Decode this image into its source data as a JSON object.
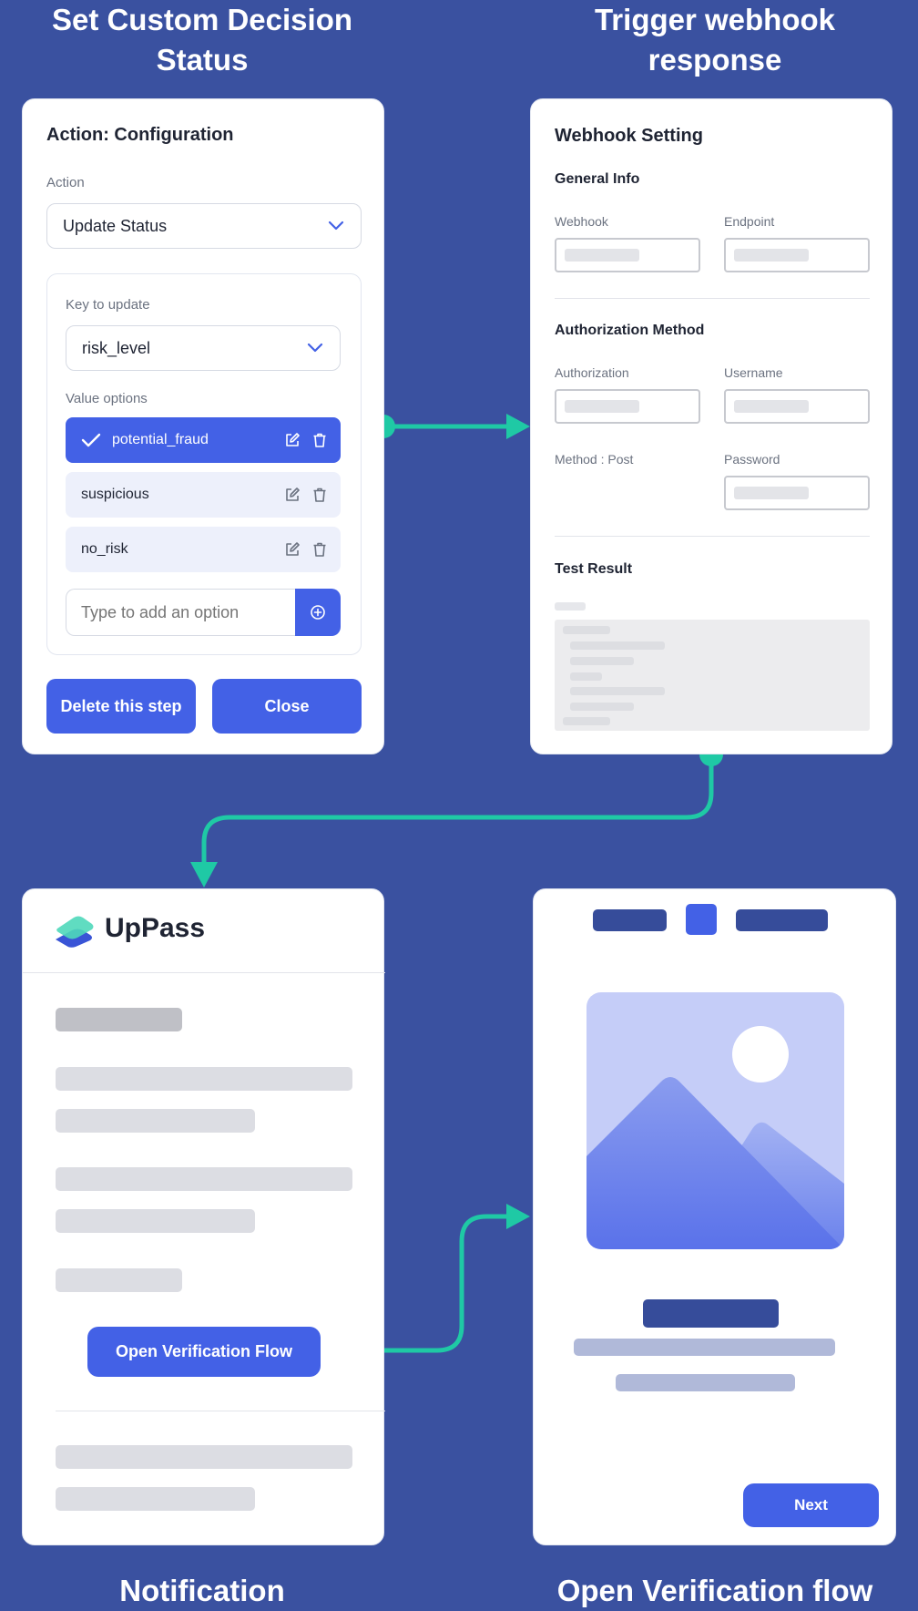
{
  "headings": {
    "custom_decision": "Set Custom Decision Status",
    "webhook": "Trigger webhook response",
    "notification": "Notification",
    "verification": "Open Verification flow"
  },
  "config_card": {
    "title": "Action: Configuration",
    "action_label": "Action",
    "action_value": "Update Status",
    "key_label": "Key to update",
    "key_value": "risk_level",
    "value_options_label": "Value options",
    "options": [
      {
        "label": "potential_fraud",
        "selected": true
      },
      {
        "label": "suspicious",
        "selected": false
      },
      {
        "label": "no_risk",
        "selected": false
      }
    ],
    "add_placeholder": "Type to add an option",
    "delete_label": "Delete this step",
    "close_label": "Close"
  },
  "webhook_card": {
    "title": "Webhook Setting",
    "general_info": "General Info",
    "webhook_label": "Webhook",
    "endpoint_label": "Endpoint",
    "auth_method": "Authorization Method",
    "authorization_label": "Authorization",
    "username_label": "Username",
    "method_label": "Method : Post",
    "password_label": "Password",
    "test_result": "Test Result"
  },
  "notification_card": {
    "brand": "UpPass",
    "open_flow_label": "Open Verification Flow"
  },
  "verification_card": {
    "next_label": "Next"
  },
  "colors": {
    "background": "#3a51a0",
    "primary": "#4361e6",
    "connector": "#1fc9a5"
  }
}
